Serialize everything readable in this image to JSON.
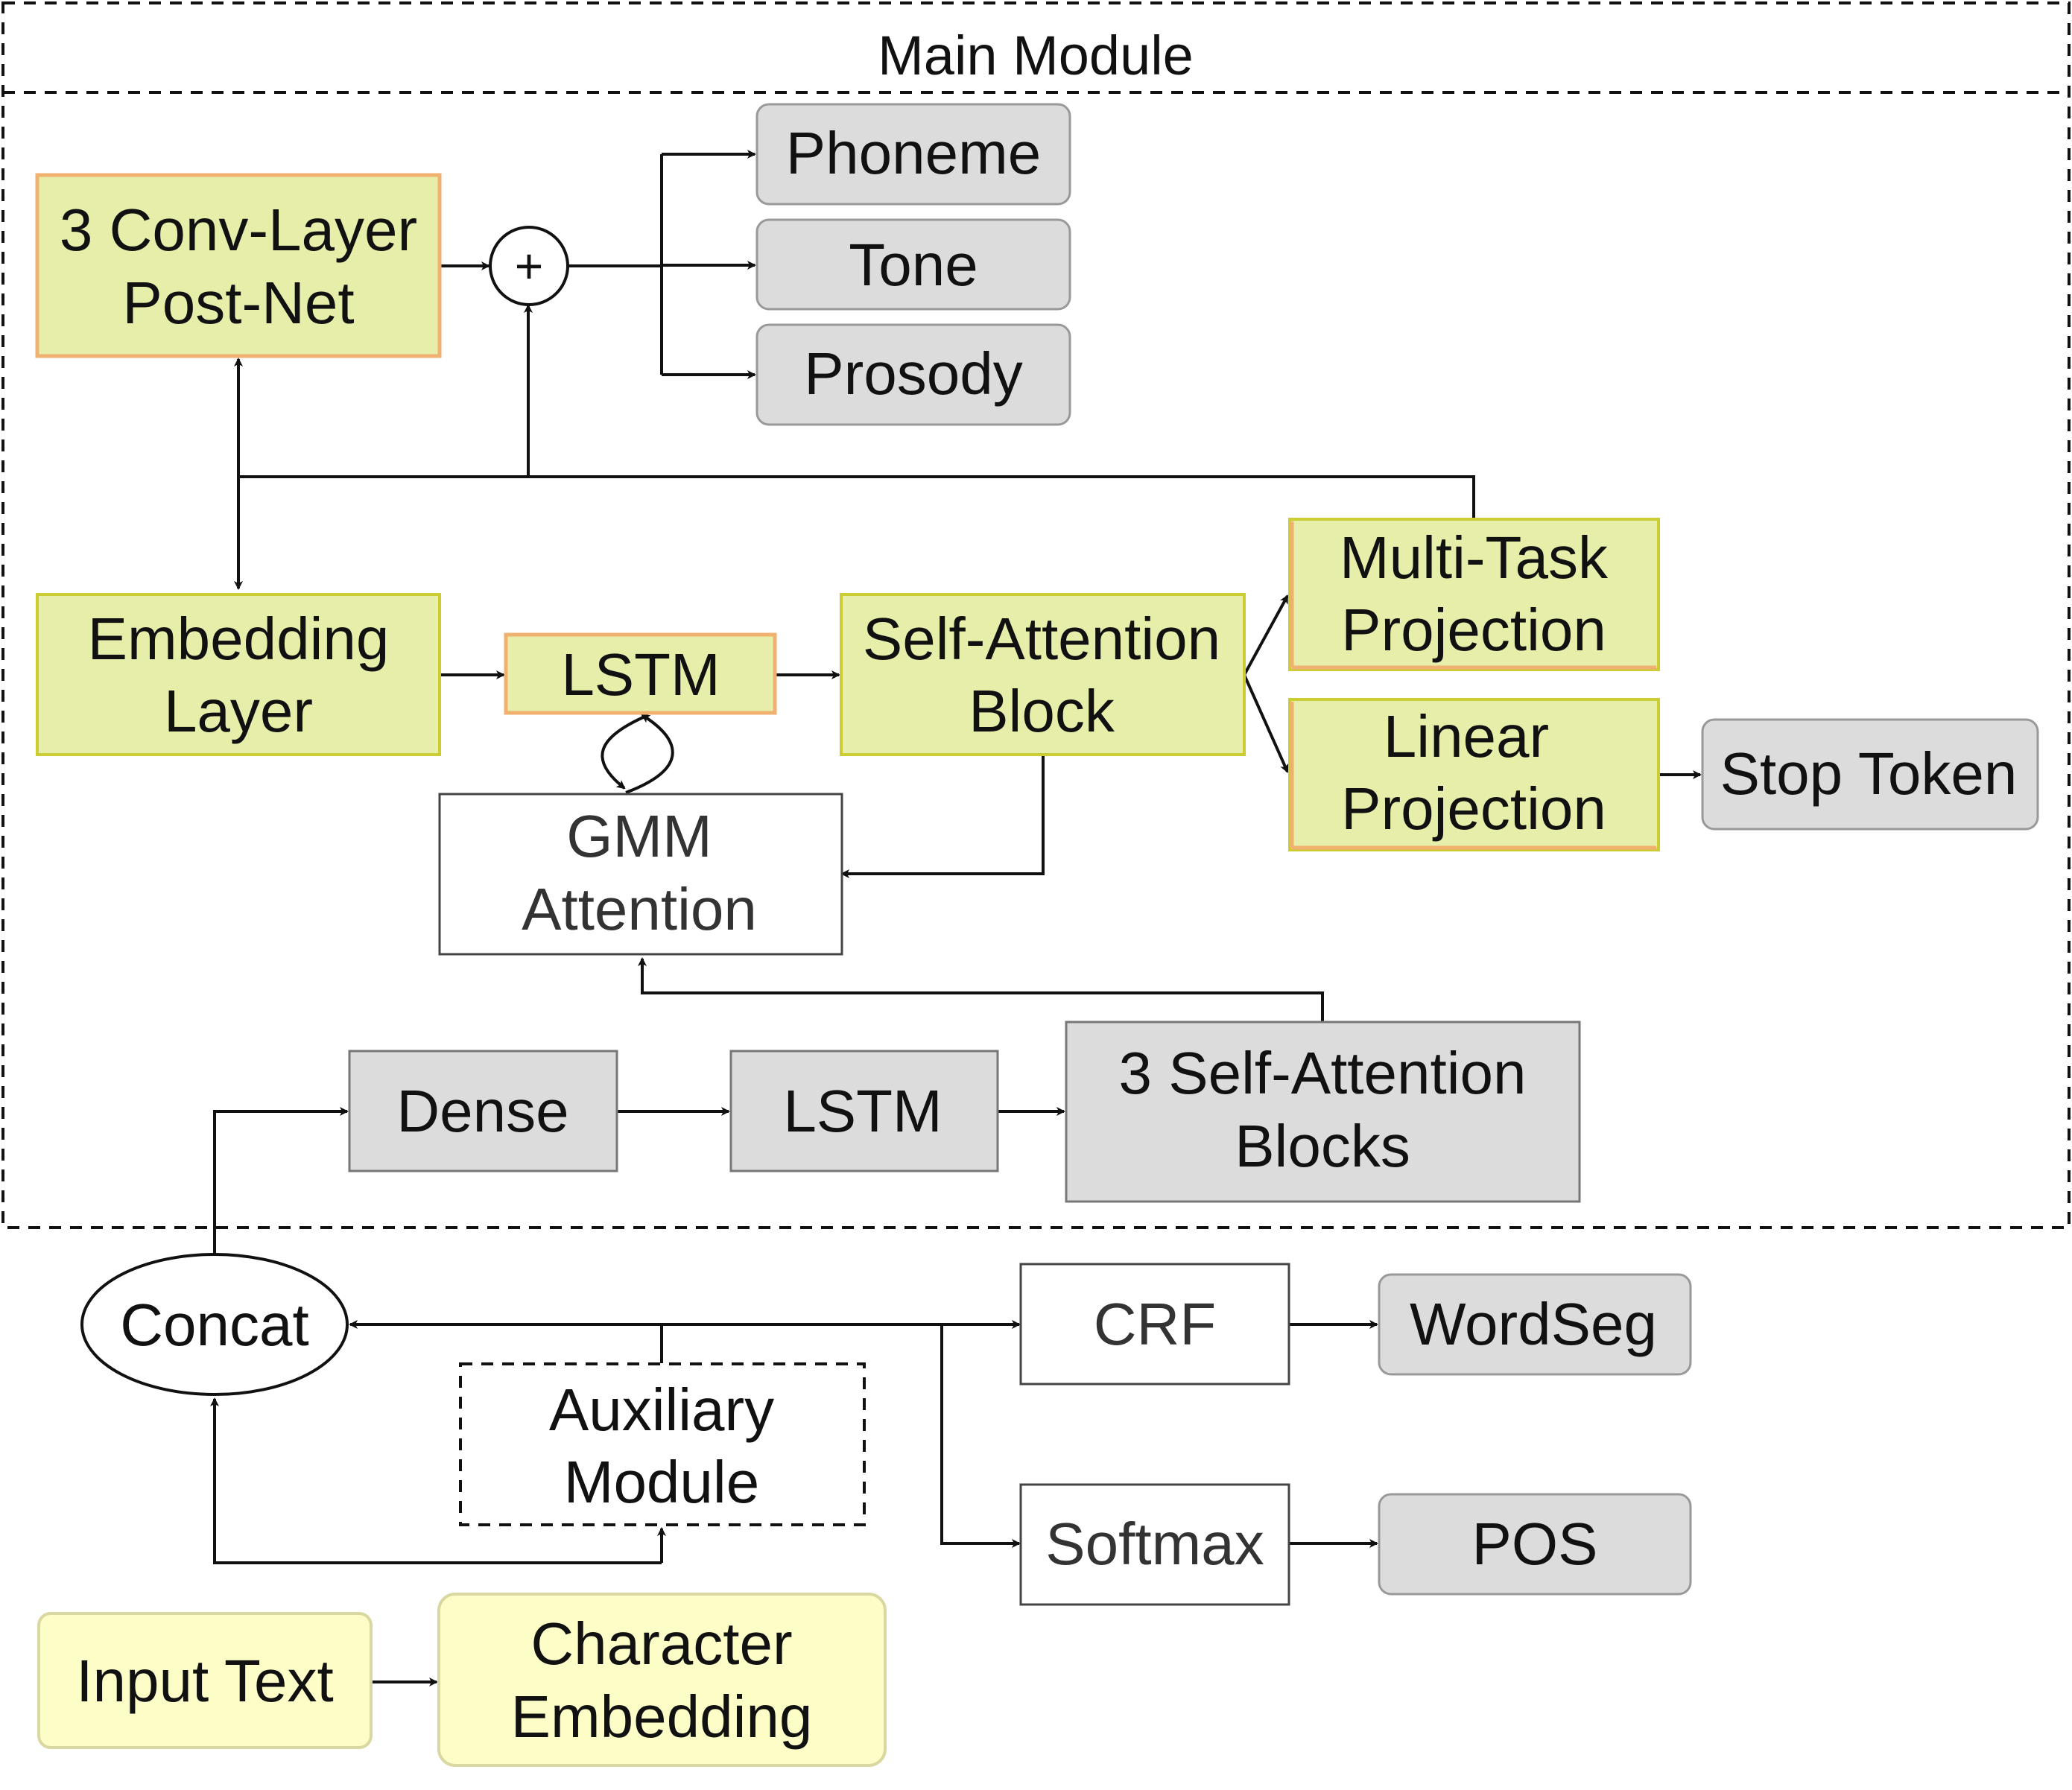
{
  "main_module": {
    "title": "Main Module",
    "post_net": [
      "3 Conv-Layer",
      "Post-Net"
    ],
    "plus": "+",
    "phoneme": "Phoneme",
    "tone": "Tone",
    "prosody": "Prosody",
    "embedding_layer": [
      "Embedding",
      "Layer"
    ],
    "lstm_top": "LSTM",
    "self_attention_block": [
      "Self-Attention",
      "Block"
    ],
    "multi_task_projection": [
      "Multi-Task",
      "Projection"
    ],
    "linear_projection": [
      "Linear",
      "Projection"
    ],
    "stop_token": "Stop Token",
    "gmm_attention": [
      "GMM",
      "Attention"
    ],
    "dense": "Dense",
    "lstm_bottom": "LSTM",
    "self_attention_blocks": [
      "3 Self-Attention",
      "Blocks"
    ]
  },
  "auxiliary": {
    "concat": "Concat",
    "auxiliary_module": [
      "Auxiliary",
      "Module"
    ],
    "crf": "CRF",
    "wordseg": "WordSeg",
    "softmax": "Softmax",
    "pos": "POS",
    "input_text": "Input Text",
    "character_embedding": [
      "Character",
      "Embedding"
    ]
  },
  "colors": {
    "green_fill": "#e6eeaa",
    "orange_edge": "#f0b070",
    "yellow_edge": "#cccc33",
    "gray_fill": "#dcdcdc",
    "pale_yellow_fill": "#fdfdc8"
  }
}
